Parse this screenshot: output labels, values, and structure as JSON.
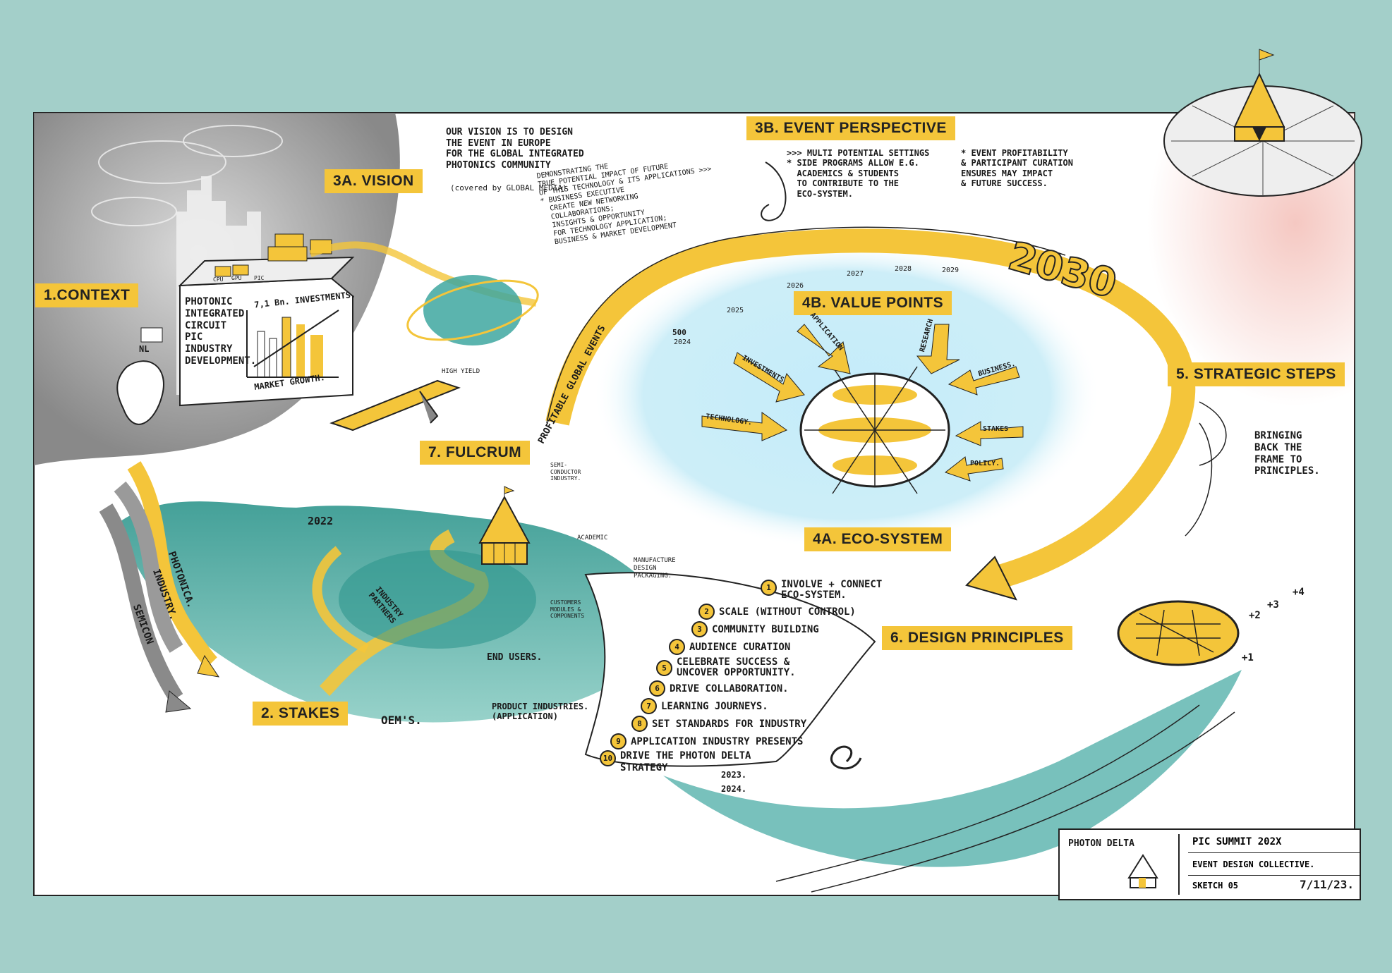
{
  "colors": {
    "background": "#a3cfc9",
    "accent": "#f4c53a",
    "teal": "#2f968d",
    "ink": "#1a1a1a"
  },
  "labels": {
    "context": "1.CONTEXT",
    "stakes": "2. STAKES",
    "vision": "3A. VISION",
    "event_perspective": "3B. EVENT PERSPECTIVE",
    "eco_system": "4A. ECO-SYSTEM",
    "value_points": "4B. VALUE POINTS",
    "strategic_steps": "5. STRATEGIC STEPS",
    "design_principles": "6. DESIGN PRINCIPLES",
    "fulcrum": "7. FULCRUM"
  },
  "notes": {
    "vision": "OUR VISION IS TO DESIGN\nTHE EVENT IN EUROPE\nFOR THE GLOBAL INTEGRATED\nPHOTONICS COMMUNITY",
    "vision_credit": "(covered by GLOBAL MEDIA)",
    "demonstrating": "DEMONSTRATING THE\nTRUE POTENTIAL IMPACT OF FUTURE\nOF THIS TECHNOLOGY & ITS APPLICATIONS >>>\n* BUSINESS EXECUTIVE\n  CREATE NEW NETWORKING\n  COLLABORATIONS;\n  INSIGHTS & OPPORTUNITY\n  FOR TECHNOLOGY APPLICATION;\n  BUSINESS & MARKET DEVELOPMENT",
    "event_left": ">>> MULTI POTENTIAL SETTINGS\n* SIDE PROGRAMS ALLOW E.G.\n  ACADEMICS & STUDENTS\n  TO CONTRIBUTE TO THE\n  ECO-SYSTEM.",
    "event_right": "* EVENT PROFITABILITY\n& PARTICIPANT CURATION\nENSURES MAY IMPACT\n& FUTURE SUCCESS.",
    "bringing": "BRINGING\nBACK THE\nFRAME TO\nPRINCIPLES."
  },
  "context": {
    "building_text": "PHOTONIC\nINTEGRATED\nCIRCUIT\nPIC\nINDUSTRY\nDEVELOPMENT.",
    "investments": "7,1 Bn. INVESTMENTS.",
    "market_growth": "MARKET GROWTH.",
    "chip_labels": [
      "CPU",
      "GPU",
      "PIC"
    ],
    "nl": "NL",
    "high_yield": "HIGH YIELD"
  },
  "streams": [
    "PHOTONICA.",
    "INDUSTRY.",
    "SEMICON"
  ],
  "stakes": {
    "year": "2022",
    "semiconductor": "SEMI-\nCONDUCTOR\nINDUSTRY.",
    "industry_partners": "INDUSTRY\nPARTNERS",
    "academic": "ACADEMIC",
    "manufacture": "MANUFACTURE\nDESIGN\nPACKAGING.",
    "customers": "CUSTOMERS\nMODULES &\nCOMPONENTS",
    "end_users": "END USERS.",
    "product_industries": "PRODUCT INDUSTRIES.\n(APPLICATION)",
    "oems": "OEM'S."
  },
  "arc": {
    "text": "PROFITABLE GLOBAL EVENTS",
    "size": "500",
    "years": [
      "2024",
      "2025",
      "2026",
      "2027",
      "2028",
      "2029"
    ],
    "goal": "2030"
  },
  "value_points": [
    "APPLICATION",
    "RESEARCH",
    "INVESTMENTS",
    "BUSINESS.",
    "TECHNOLOGY.",
    "STAKES",
    "POLICY."
  ],
  "principles": [
    {
      "n": "1",
      "t": "INVOLVE + CONNECT\nECO-SYSTEM."
    },
    {
      "n": "2",
      "t": "SCALE (WITHOUT CONTROL)"
    },
    {
      "n": "3",
      "t": "COMMUNITY BUILDING"
    },
    {
      "n": "4",
      "t": "AUDIENCE CURATION"
    },
    {
      "n": "5",
      "t": "CELEBRATE SUCCESS &\nUNCOVER OPPORTUNITY."
    },
    {
      "n": "6",
      "t": "DRIVE COLLABORATION."
    },
    {
      "n": "7",
      "t": "LEARNING JOURNEYS."
    },
    {
      "n": "8",
      "t": "SET STANDARDS FOR INDUSTRY"
    },
    {
      "n": "9",
      "t": "APPLICATION INDUSTRY PRESENTS"
    },
    {
      "n": "10",
      "t": "DRIVE THE PHOTON DELTA\nSTRATEGY"
    }
  ],
  "timeline_end": [
    "2023.",
    "2024."
  ],
  "steps_counter": [
    "+1",
    "+2",
    "+3",
    "+4"
  ],
  "titleblock": {
    "logo": "PHOTON DELTA",
    "line1": "PIC SUMMIT 202X",
    "line2": "EVENT DESIGN COLLECTIVE.",
    "line3": "SKETCH 05",
    "date": "7/11/23."
  }
}
